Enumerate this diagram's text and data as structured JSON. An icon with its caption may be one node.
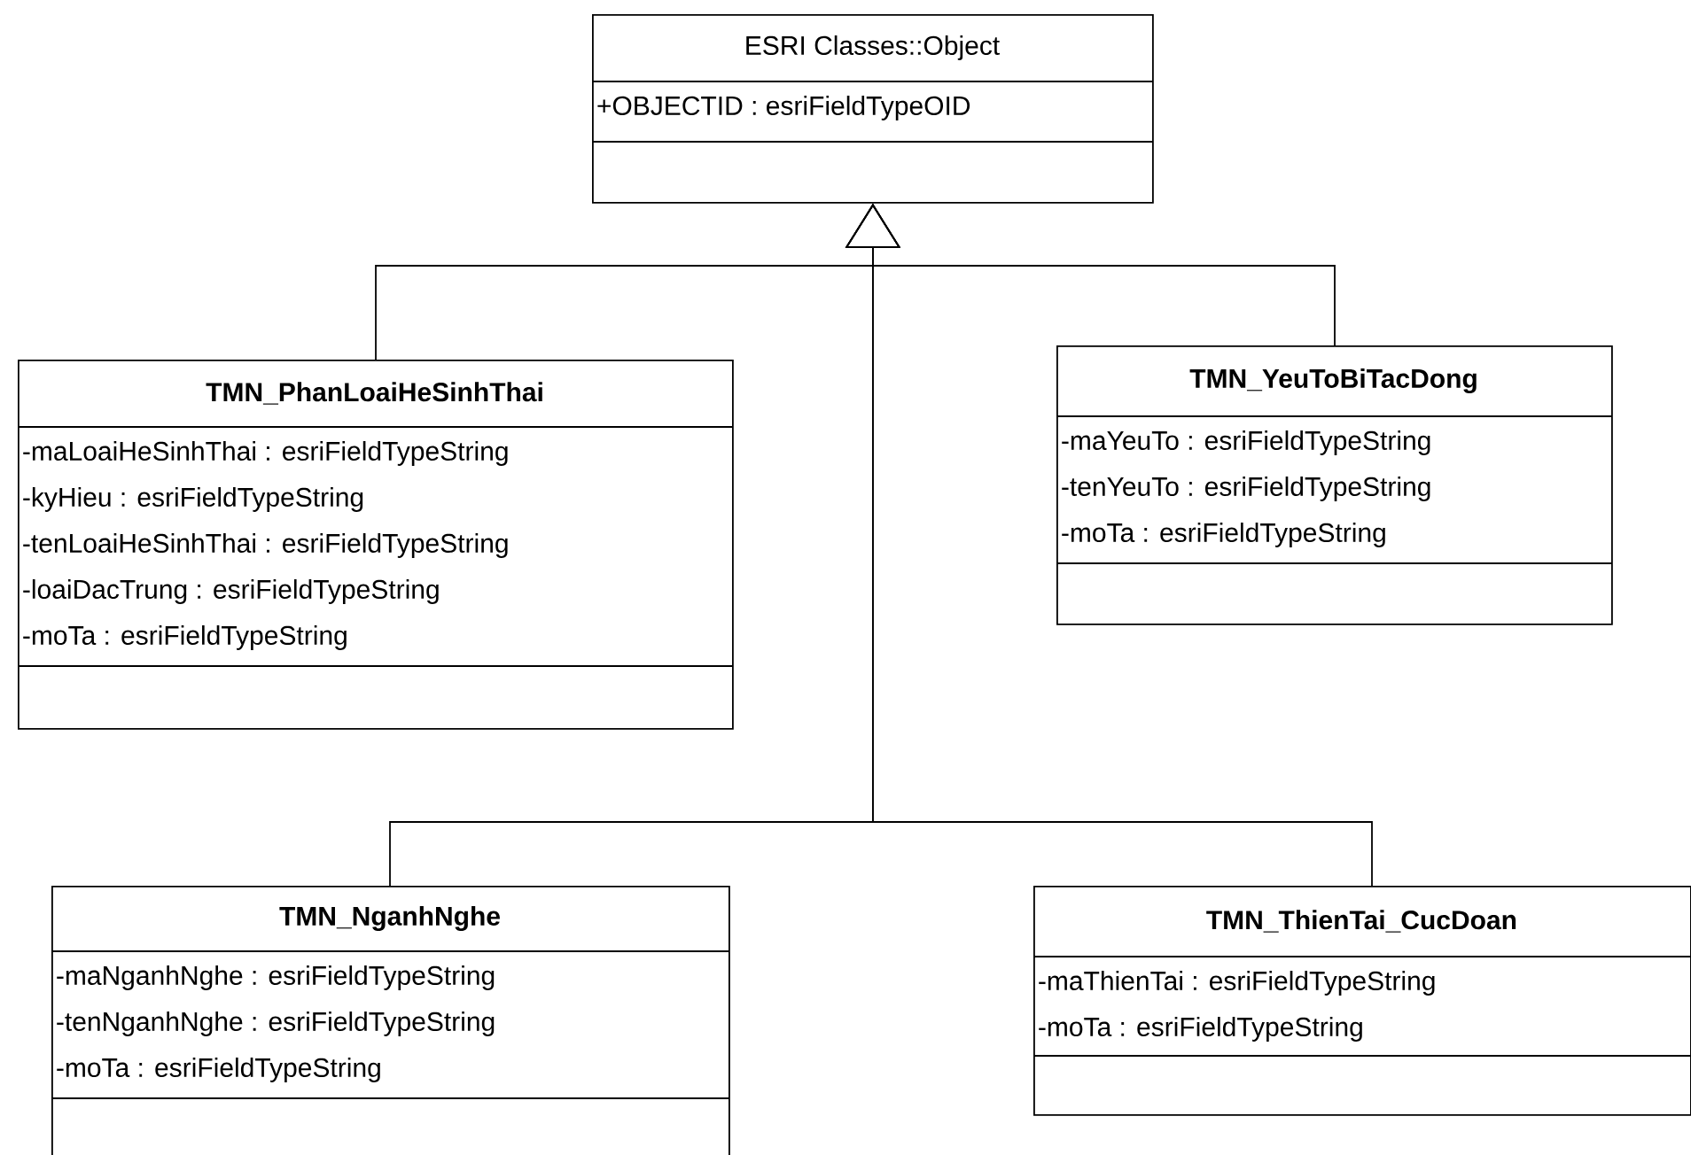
{
  "diagram": {
    "nodes": [
      {
        "text": [
          "ESRI Classes::Object",
          "+OBJECTID : esriFieldTypeOID"
        ]
      },
      {
        "text": [
          "TMN_PhanLoaiHeSinhThai",
          "-maLoaiHeSinhThai : esriFieldTypeString",
          "-kyHieu : esriFieldTypeString",
          "-tenLoaiHeSinhThai : esriFieldTypeString",
          "-loaiDacTrung : esriFieldTypeString",
          "-moTa : esriFieldTypeString"
        ]
      },
      {
        "text": [
          "TMN_YeuToBiTacDong",
          "-maYeuTo : esriFieldTypeString",
          "-tenYeuTo : esriFieldTypeString",
          "-moTa : esriFieldTypeString"
        ]
      },
      {
        "text": [
          "TMN_NganhNghe",
          "-maNganhNghe : esriFieldTypeString",
          "-tenNganhNghe : esriFieldTypeString",
          "-moTa : esriFieldTypeString"
        ]
      },
      {
        "text": [
          "TMN_ThienTai_CucDoan",
          "-maThienTai : esriFieldTypeString",
          "-moTa : esriFieldTypeString"
        ]
      }
    ],
    "edges": [
      {
        "from": 1,
        "to": 0,
        "arrow": "to"
      },
      {
        "from": 2,
        "to": 0,
        "arrow": "to"
      },
      {
        "from": 3,
        "to": 0,
        "arrow": "to"
      },
      {
        "from": 4,
        "to": 0,
        "arrow": "to"
      }
    ]
  }
}
